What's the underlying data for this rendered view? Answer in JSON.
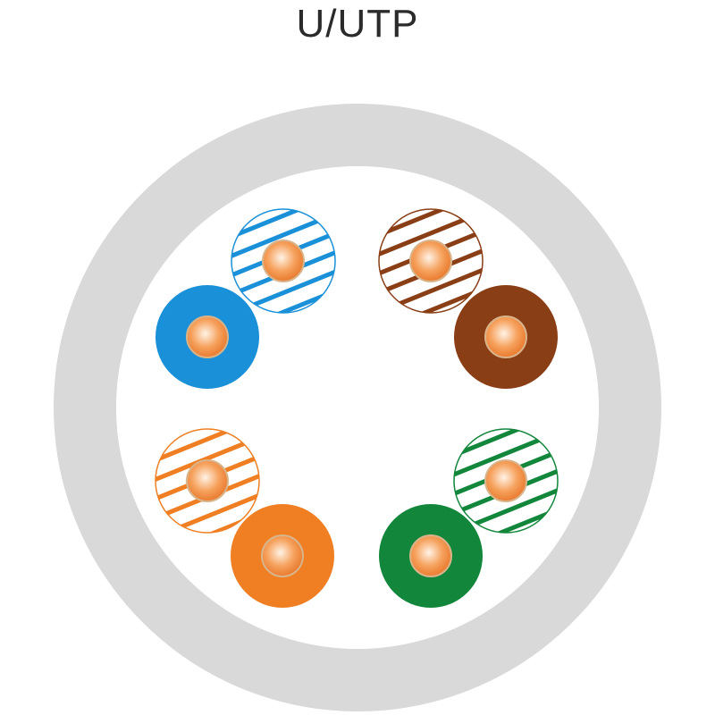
{
  "title": "U/UTP",
  "colors": {
    "jacket": "#d9d9d9",
    "fill": "#ffffff",
    "core": "#f08a3a",
    "core_highlight": "#ffe2c8"
  },
  "pairs": [
    {
      "name": "blue",
      "color": "#1a90d8"
    },
    {
      "name": "brown",
      "color": "#8a3e16"
    },
    {
      "name": "orange",
      "color": "#ef7f22"
    },
    {
      "name": "green",
      "color": "#12873c"
    }
  ]
}
